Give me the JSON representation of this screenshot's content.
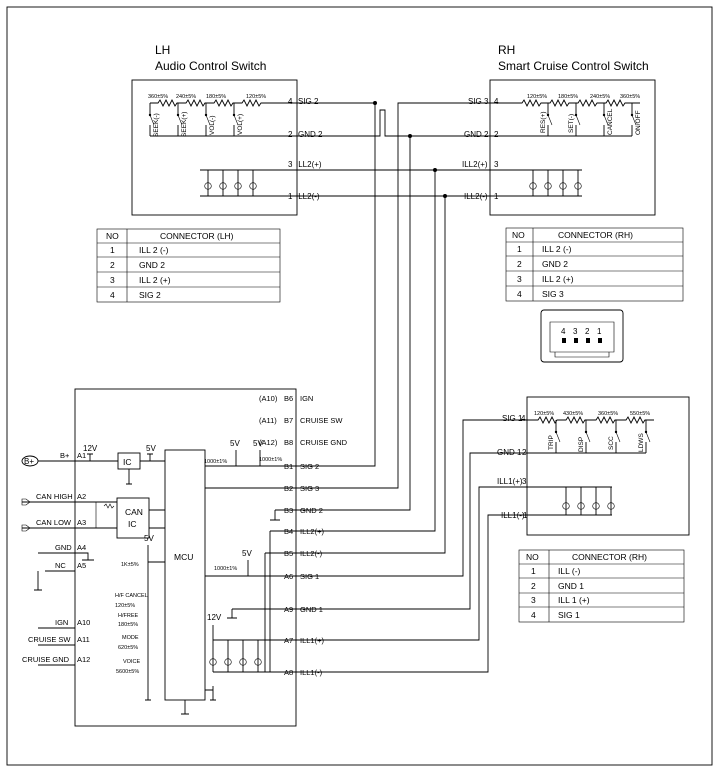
{
  "lh": {
    "side": "LH",
    "title": "Audio Control Switch",
    "resistors": [
      "360±5%",
      "240±5%",
      "180±5%",
      "120±5%"
    ],
    "switches": [
      "SEEK(-)",
      "SEEK(+)",
      "VOL(-)",
      "VOL(+)"
    ],
    "pins": [
      {
        "num": "4",
        "label": "SIG 2"
      },
      {
        "num": "2",
        "label": "GND 2"
      },
      {
        "num": "3",
        "label": "ILL2(+)"
      },
      {
        "num": "1",
        "label": "ILL2(-)"
      }
    ],
    "table": {
      "headers": [
        "NO",
        "CONNECTOR (LH)"
      ],
      "rows": [
        [
          "1",
          "ILL 2 (-)"
        ],
        [
          "2",
          "GND 2"
        ],
        [
          "3",
          "ILL 2 (+)"
        ],
        [
          "4",
          "SIG 2"
        ]
      ]
    }
  },
  "rh": {
    "side": "RH",
    "title": "Smart Cruise Control Switch",
    "resistors": [
      "120±5%",
      "180±5%",
      "240±5%",
      "360±5%"
    ],
    "switches": [
      "RES(+)",
      "SET(-)",
      "CANCEL",
      "ON/OFF"
    ],
    "pins": [
      {
        "num": "4",
        "label": "SIG 3"
      },
      {
        "num": "2",
        "label": "GND 2"
      },
      {
        "num": "3",
        "label": "ILL2(+)"
      },
      {
        "num": "1",
        "label": "ILL2(-)"
      }
    ],
    "table": {
      "headers": [
        "NO",
        "CONNECTOR (RH)"
      ],
      "rows": [
        [
          "1",
          "ILL 2 (-)"
        ],
        [
          "2",
          "GND 2"
        ],
        [
          "3",
          "ILL 2 (+)"
        ],
        [
          "4",
          "SIG 3"
        ]
      ]
    },
    "connector_pins": [
      "4",
      "3",
      "2",
      "1"
    ]
  },
  "lower_rh": {
    "resistors": [
      "120±5%",
      "430±5%",
      "360±5%",
      "550±5%"
    ],
    "switches": [
      "TRIP",
      "DISP",
      "SCC",
      "LDWS"
    ],
    "pins": [
      {
        "num": "4",
        "label": "SIG 1"
      },
      {
        "num": "2",
        "label": "GND 1"
      },
      {
        "num": "3",
        "label": "ILL1(+)"
      },
      {
        "num": "1",
        "label": "ILL1(-)"
      }
    ],
    "table": {
      "headers": [
        "NO",
        "CONNECTOR (RH)"
      ],
      "rows": [
        [
          "1",
          "ILL (-)"
        ],
        [
          "2",
          "GND 1"
        ],
        [
          "3",
          "ILL 1 (+)"
        ],
        [
          "4",
          "SIG 1"
        ]
      ]
    }
  },
  "unit": {
    "left_pins": [
      {
        "pin": "A1",
        "label": "B+"
      },
      {
        "pin": "A2",
        "label": "CAN HIGH"
      },
      {
        "pin": "A3",
        "label": "CAN LOW"
      },
      {
        "pin": "A4",
        "label": "GND"
      },
      {
        "pin": "A5",
        "label": "NC"
      },
      {
        "pin": "A10",
        "label": "IGN"
      },
      {
        "pin": "A11",
        "label": "CRUISE SW"
      },
      {
        "pin": "A12",
        "label": "CRUISE GND"
      }
    ],
    "right_pins": [
      {
        "alt": "(A10)",
        "pin": "B6",
        "label": "IGN"
      },
      {
        "alt": "(A11)",
        "pin": "B7",
        "label": "CRUISE SW"
      },
      {
        "alt": "(A12)",
        "pin": "B8",
        "label": "CRUISE GND"
      },
      {
        "alt": "",
        "pin": "B1",
        "label": "SIG 2"
      },
      {
        "alt": "",
        "pin": "B2",
        "label": "SIG 3"
      },
      {
        "alt": "",
        "pin": "B3",
        "label": "GND 2"
      },
      {
        "alt": "",
        "pin": "B4",
        "label": "ILL2(+)"
      },
      {
        "alt": "",
        "pin": "B5",
        "label": "ILL2(-)"
      },
      {
        "alt": "",
        "pin": "A6",
        "label": "SIG 1"
      },
      {
        "alt": "",
        "pin": "A9",
        "label": "GND 1"
      },
      {
        "alt": "",
        "pin": "A7",
        "label": "ILL1(+)"
      },
      {
        "alt": "",
        "pin": "A8",
        "label": "ILL1(-)"
      }
    ],
    "bplus_terminal": "B+",
    "v12": "12V",
    "v5": "5V",
    "ic": "IC",
    "can_ic_1": "CAN",
    "can_ic_2": "IC",
    "mcu": "MCU",
    "r_1000_a": "1000±1%",
    "r_1000_b": "1000±1%",
    "r_1000_c": "1000±1%",
    "r_1k": "1K±5%",
    "mode_labels": [
      "H/F CANCEL",
      "H/FREE",
      "MODE",
      "VOICE"
    ],
    "mode_res": [
      "120±5%",
      "180±5%",
      "620±5%",
      "5600±5%"
    ]
  }
}
